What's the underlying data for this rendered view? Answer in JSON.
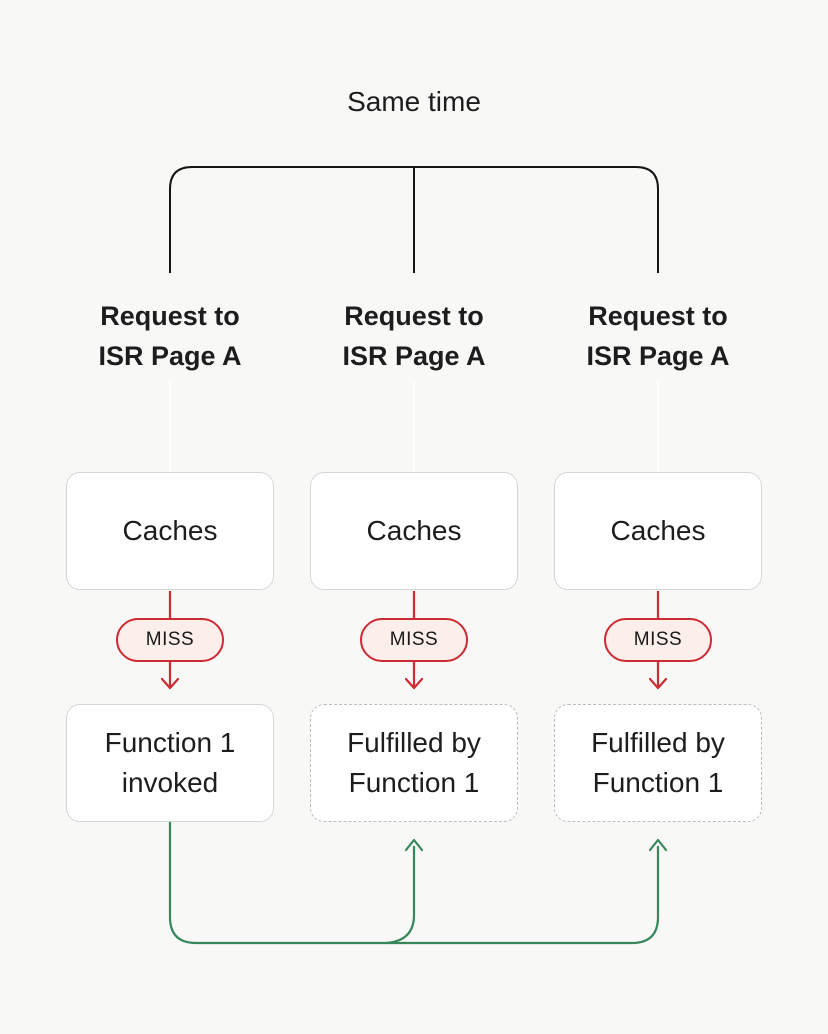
{
  "title": "Same time",
  "columns": [
    {
      "request_label": "Request to\nISR Page A",
      "cache_label": "Caches",
      "status_badge": "MISS",
      "result_label": "Function 1\ninvoked"
    },
    {
      "request_label": "Request to\nISR Page A",
      "cache_label": "Caches",
      "status_badge": "MISS",
      "result_label": "Fulfilled by\nFunction 1"
    },
    {
      "request_label": "Request to\nISR Page A",
      "cache_label": "Caches",
      "status_badge": "MISS",
      "result_label": "Fulfilled by\nFunction 1"
    }
  ],
  "colors": {
    "background": "#f8f8f7",
    "text": "#1d1d1d",
    "ink": "#161616",
    "box-border": "#d6d6d6",
    "dashed-border": "#bcbcbc",
    "red": "#cd2b33",
    "red-fill": "#fceeeb",
    "green": "#37875a",
    "white-line": "#ffffff"
  }
}
